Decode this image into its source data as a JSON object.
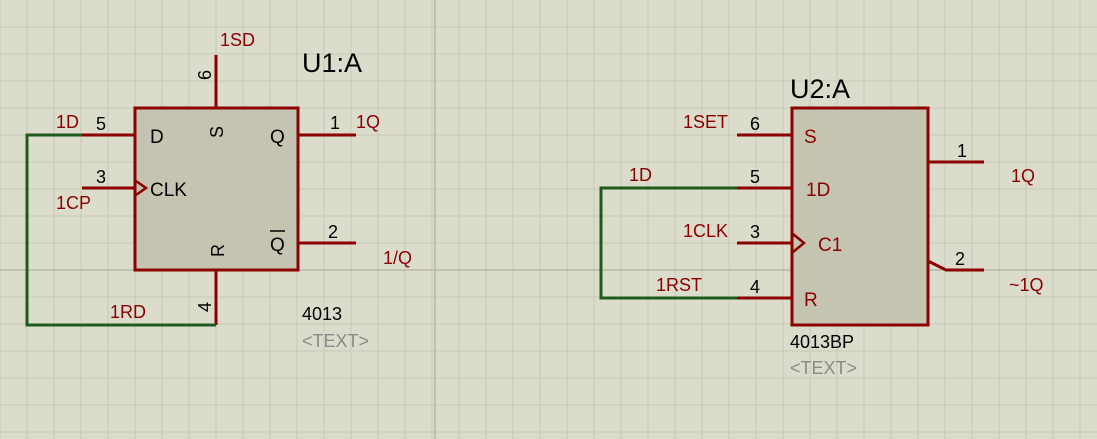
{
  "colors": {
    "background": "#dcdccc",
    "grid_minor": "#c8c8b6",
    "grid_major": "#b8b8a6",
    "body_fill": "#c4c4b0",
    "pin": "#8b0000",
    "wire": "#1e5a1e",
    "label_red": "#8b0000",
    "text_black": "#000000",
    "placeholder": "#8a8a8a"
  },
  "u1": {
    "ref": "U1:A",
    "part": "4013",
    "text_placeholder": "<TEXT>",
    "pin_names": {
      "d": "D",
      "clk": "CLK",
      "s": "S",
      "r": "R",
      "q": "Q",
      "qbar": "Q"
    },
    "pin_numbers": {
      "d": "5",
      "clk": "3",
      "s": "6",
      "r": "4",
      "q": "1",
      "qbar": "2"
    },
    "net_labels": {
      "d": "1D",
      "clk": "1CP",
      "s": "1SD",
      "r": "1RD",
      "q": "1Q",
      "qbar": "1/Q"
    }
  },
  "u2": {
    "ref": "U2:A",
    "part": "4013BP",
    "text_placeholder": "<TEXT>",
    "pin_names": {
      "s": "S",
      "d": "1D",
      "c": "C1",
      "r": "R"
    },
    "pin_numbers": {
      "s": "6",
      "d": "5",
      "c": "3",
      "r": "4",
      "q": "1",
      "qbar": "2"
    },
    "net_labels": {
      "s": "1SET",
      "d": "1D",
      "c": "1CLK",
      "r": "1RST",
      "q": "1Q",
      "qbar": "~1Q"
    }
  }
}
